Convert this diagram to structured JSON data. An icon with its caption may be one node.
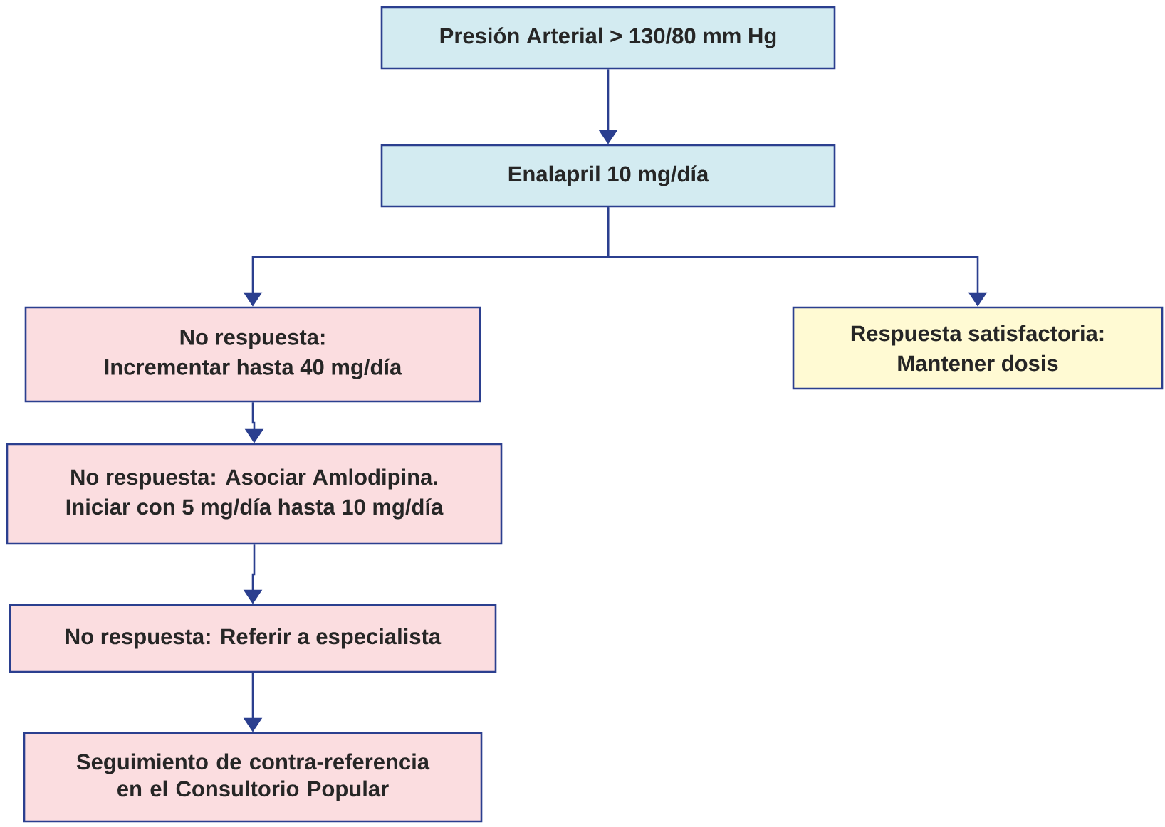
{
  "diagram": {
    "nodes": [
      {
        "text": [
          "Presión Arterial > 130/80 mm Hg"
        ]
      },
      {
        "text": [
          "Enalapril 10 mg/día"
        ]
      },
      {
        "text": [
          "No respuesta:",
          "Incrementar hasta 40 mg/día"
        ]
      },
      {
        "text": [
          "Respuesta satisfactoria:",
          "Mantener dosis"
        ]
      },
      {
        "text": [
          "No respuesta: Asociar Amlodipina.",
          "Iniciar con 5 mg/día hasta 10 mg/día"
        ]
      },
      {
        "text": [
          "No respuesta: Referir a especialista"
        ]
      },
      {
        "text": [
          "Seguimiento de contra-referencia en el Consultorio Popular"
        ]
      }
    ],
    "edges": [
      {
        "from": 0,
        "to": 1,
        "arrow": "to"
      },
      {
        "from": 1,
        "to": 2,
        "arrow": "to"
      },
      {
        "from": 1,
        "to": 3,
        "arrow": "to"
      },
      {
        "from": 2,
        "to": 4,
        "arrow": "to"
      },
      {
        "from": 4,
        "to": 5,
        "arrow": "to"
      },
      {
        "from": 5,
        "to": 6,
        "arrow": "to"
      }
    ]
  }
}
